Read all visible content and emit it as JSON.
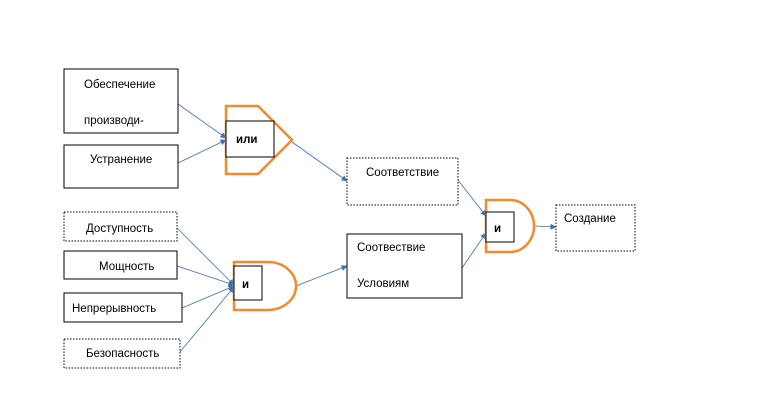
{
  "nodes": {
    "provision": {
      "line1": "Обеспечение",
      "line2": "производи-"
    },
    "elimination": {
      "label": "Устранение"
    },
    "availability": {
      "label": "Доступность"
    },
    "power": {
      "label": "Мощность"
    },
    "continuity": {
      "label": "Непрерывность"
    },
    "security": {
      "label": "Безопасность"
    },
    "conformity": {
      "label": "Соответствие"
    },
    "conformity_conditions": {
      "line1": "Соотвествие",
      "line2": "Условиям"
    },
    "creation": {
      "label": "Создание"
    }
  },
  "gates": {
    "or_gate": {
      "label": "или"
    },
    "and_gate_left": {
      "label": "и"
    },
    "and_gate_right": {
      "label": "и"
    }
  },
  "colors": {
    "gate_stroke": "#f08a30",
    "connector": "#3a6fb3",
    "box_stroke": "#000000"
  }
}
